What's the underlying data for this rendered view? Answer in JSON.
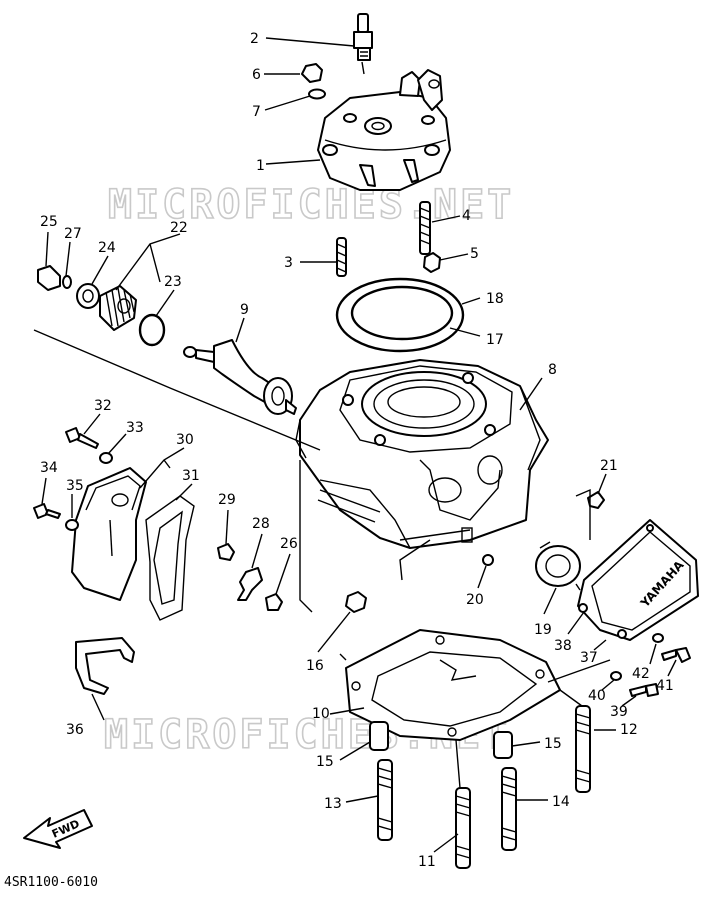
{
  "diagram": {
    "watermark_top": "MICROFICHES.NET",
    "watermark_bottom": "MICROFICHES.NET",
    "diagram_code": "4SR1100-6010",
    "fwd_label": "FWD",
    "cover_brand": "YAMAHA",
    "callouts": [
      "1",
      "2",
      "3",
      "4",
      "5",
      "6",
      "7",
      "8",
      "9",
      "10",
      "11",
      "12",
      "13",
      "14",
      "15",
      "15",
      "16",
      "17",
      "18",
      "19",
      "20",
      "21",
      "22",
      "23",
      "24",
      "25",
      "26",
      "27",
      "28",
      "29",
      "30",
      "31",
      "32",
      "33",
      "34",
      "35",
      "36",
      "37",
      "38",
      "39",
      "40",
      "41",
      "42"
    ]
  }
}
